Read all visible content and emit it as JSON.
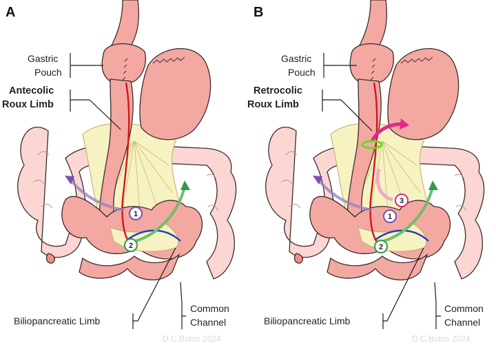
{
  "panels": [
    {
      "letter": "A",
      "labels": {
        "gastric_pouch_line1": "Gastric",
        "gastric_pouch_line2": "Pouch",
        "roux_line1": "Antecolic",
        "roux_line2": "Roux Limb",
        "biliopancreatic": "Biliopancreatic Limb",
        "common_line1": "Common",
        "common_line2": "Channel"
      },
      "markers": [
        "1",
        "2"
      ],
      "credit": "D.C.Botos 2024"
    },
    {
      "letter": "B",
      "labels": {
        "gastric_pouch_line1": "Gastric",
        "gastric_pouch_line2": "Pouch",
        "roux_line1": "Retrocolic",
        "roux_line2": "Roux Limb",
        "biliopancreatic": "Biliopancreatic Limb",
        "common_line1": "Common",
        "common_line2": "Channel"
      },
      "markers": [
        "3",
        "1",
        "2"
      ],
      "credit": "D.C.Botos 2024"
    }
  ],
  "colors": {
    "bowel": "#f4a8a2",
    "bowel_light": "#f9cfcb",
    "colon": "#fbd6d2",
    "mesentery": "#f7f2c2",
    "vessel_red": "#d4141c",
    "vessel_blue": "#1f3fc0",
    "marker1": "#7a4fb8",
    "marker2": "#2f9a4a",
    "marker3": "#d42a8a",
    "arrow_green": "#6cbf6a",
    "arrow_purple": "#9a7fc0",
    "arrow_magenta": "#e0298c",
    "anastomosis_green": "#66dd22"
  }
}
